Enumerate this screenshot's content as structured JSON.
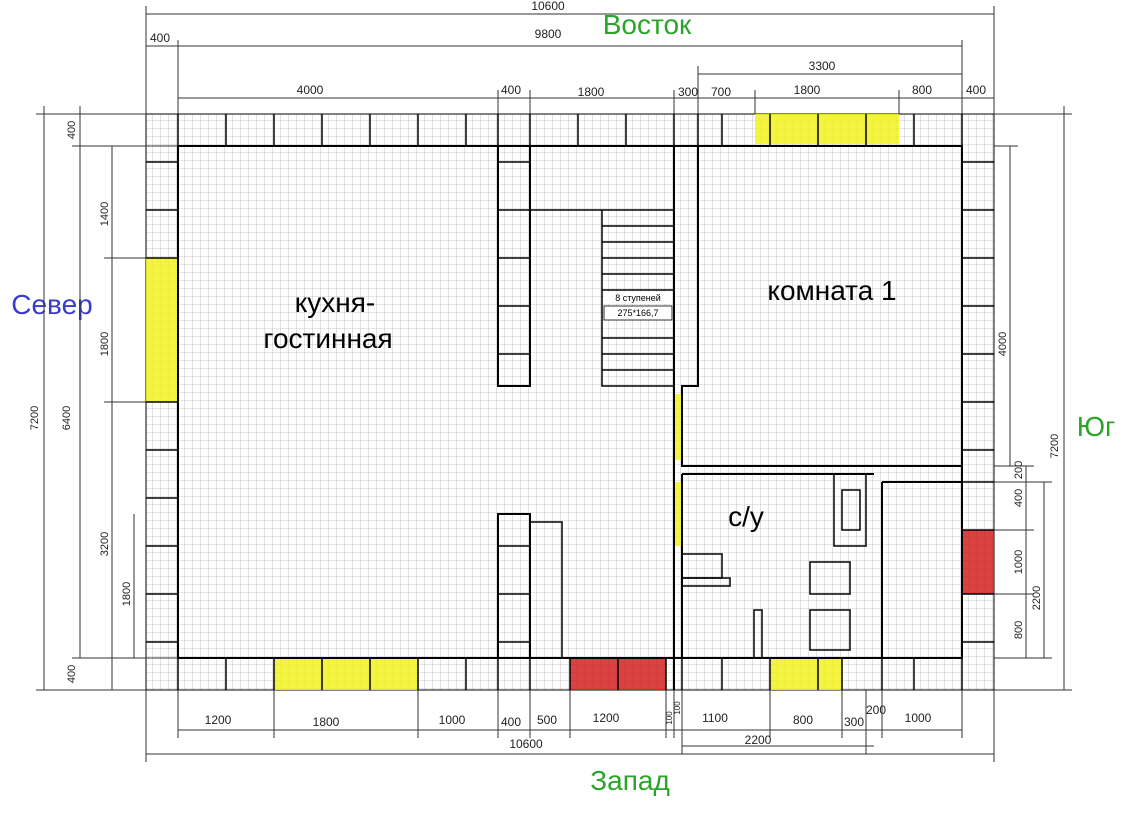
{
  "compass": {
    "east": "Восток",
    "north": "Север",
    "south": "Юг",
    "west": "Запад"
  },
  "rooms": {
    "kitchen_line1": "кухня-",
    "kitchen_line2": "гостинная",
    "room1": "комната 1",
    "bathroom": "с/у"
  },
  "stairs": {
    "steps": "8 ступеней",
    "size": "275*166,7"
  },
  "dimensions": {
    "top_total": "10600",
    "top_400_left": "400",
    "top_9800": "9800",
    "top_3300": "3300",
    "top_4000": "4000",
    "top_400_mid": "400",
    "top_1800": "1800",
    "top_300": "300",
    "top_700": "700",
    "top_1800_right": "1800",
    "top_800": "800",
    "top_400_right": "400",
    "left_400_top": "400",
    "left_1400": "1400",
    "left_1800": "1800",
    "left_6400": "6400",
    "left_7200": "7200",
    "left_3200": "3200",
    "left_1800_low": "1800",
    "left_400_bottom": "400",
    "right_4000": "4000",
    "right_7200": "7200",
    "right_200": "200",
    "right_400": "400",
    "right_1000": "1000",
    "right_2200": "2200",
    "right_800": "800",
    "bottom_1200": "1200",
    "bottom_1800": "1800",
    "bottom_1000": "1000",
    "bottom_400": "400",
    "bottom_500": "500",
    "bottom_1200_b": "1200",
    "bottom_100a": "100",
    "bottom_100b": "100",
    "bottom_1100": "1100",
    "bottom_800": "800",
    "bottom_300": "300",
    "bottom_200": "200",
    "bottom_1000_right": "1000",
    "bottom_total": "10600",
    "bottom_2200": "2200"
  },
  "colors": {
    "window": "#f2f21e",
    "door": "#d42020",
    "grid": "#9a9a9a",
    "east_label": "#2aa52a",
    "north_label": "#3a3ad0"
  }
}
